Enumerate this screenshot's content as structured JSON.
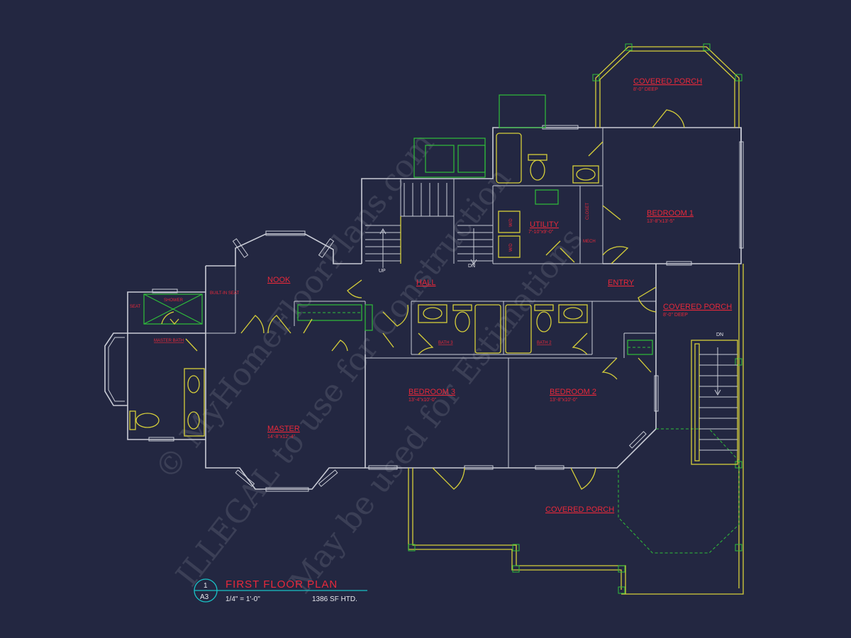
{
  "rooms": {
    "covered_porch_top": {
      "label": "COVERED PORCH",
      "size": "8'-0\" DEEP"
    },
    "bedroom_1": {
      "label": "BEDROOM 1",
      "size": "13'-8\"x13'-5\""
    },
    "utility": {
      "label": "UTILITY",
      "size": "7'-10\"x9'-0\""
    },
    "closet": "CLOSET",
    "mech": "MECH",
    "wd_1": "W/D",
    "wd_2": "W/D",
    "nook": {
      "label": "NOOK"
    },
    "hall": {
      "label": "HALL"
    },
    "entry": {
      "label": "ENTRY"
    },
    "covered_porch_right": {
      "label": "COVERED PORCH",
      "size": "8'-0\" DEEP"
    },
    "built_in_seat": "BUILT-IN SEAT",
    "seat": "SEAT",
    "shower": "SHOWER",
    "master_bath": {
      "label": "MASTER BATH"
    },
    "bath_3": {
      "label": "BATH 3"
    },
    "bath_2": {
      "label": "BATH 2"
    },
    "bedroom_3": {
      "label": "BEDROOM 3",
      "size": "13'-4\"x10'-0\""
    },
    "bedroom_2": {
      "label": "BEDROOM 2",
      "size": "13'-8\"x10'-0\""
    },
    "master": {
      "label": "MASTER",
      "size": "14'-8\"x12'-4\""
    },
    "covered_porch_bottom": {
      "label": "COVERED PORCH"
    }
  },
  "stairs": {
    "up": "UP",
    "down_left": "DN",
    "down_right": "DN"
  },
  "title_block": {
    "sheet_number": "1",
    "sheet_ref": "A3",
    "title": "FIRST FLOOR PLAN",
    "scale": "1/4\" = 1'-0\"",
    "area": "1386 SF HTD."
  },
  "watermark": {
    "line_1": "© MyHomeFloorPlans.com",
    "line_2": "ILLEGAL to use for Construction",
    "line_3": "May be used for Estimations"
  },
  "colors": {
    "background": "#232741",
    "walls": "#c9ccd6",
    "fixtures": "#d6cf3a",
    "labels": "#e8283a",
    "cabinets": "#2fbf3a",
    "symbol": "#19c3c7"
  }
}
